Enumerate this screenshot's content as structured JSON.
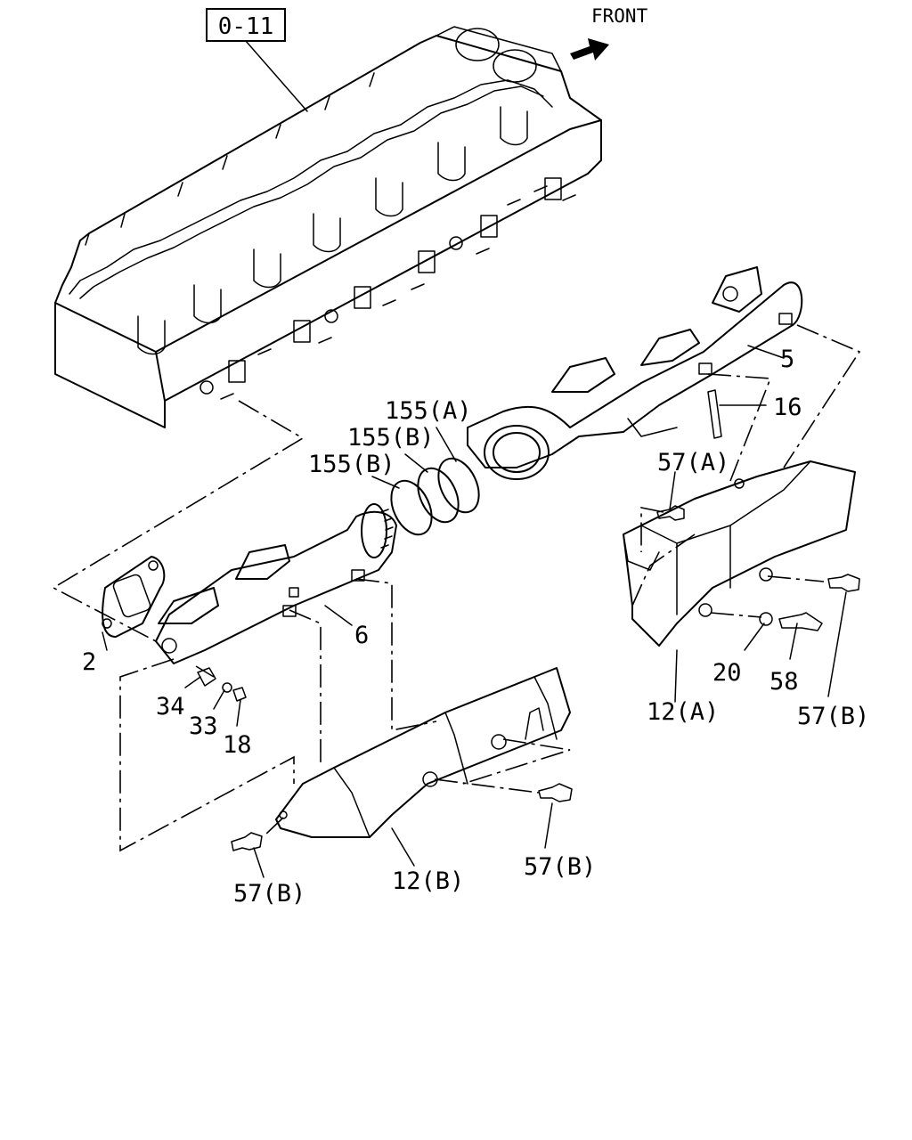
{
  "reference_box": "0-11",
  "direction_label": "FRONT",
  "callouts": {
    "c2": "2",
    "c5": "5",
    "c6": "6",
    "c16": "16",
    "c18": "18",
    "c20": "20",
    "c33": "33",
    "c34": "34",
    "c58": "58",
    "c155a": "155(A)",
    "c155b_upper": "155(B)",
    "c155b_lower": "155(B)",
    "c57a": "57(A)",
    "c12a": "12(A)",
    "c12b": "12(B)",
    "c57b_right": "57(B)",
    "c57b_mid": "57(B)",
    "c57b_left": "57(B)"
  },
  "colors": {
    "line": "#000000",
    "background": "#ffffff"
  }
}
